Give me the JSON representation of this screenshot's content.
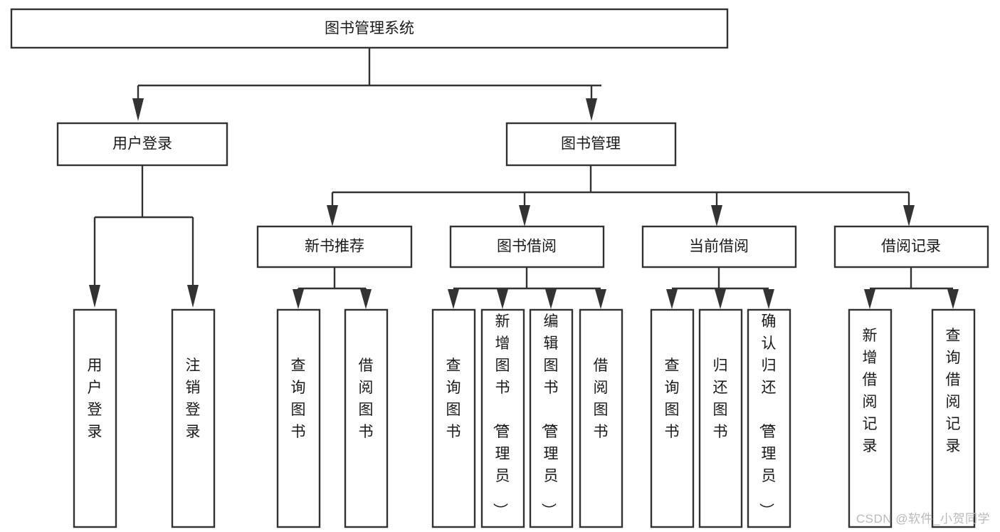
{
  "diagram": {
    "type": "tree-hierarchy-flowchart",
    "title": "图书管理系统",
    "watermark": "CSDN @软件_小贺同学",
    "colors": {
      "background": "#ffffff",
      "box_stroke": "#333333",
      "box_fill": "#ffffff",
      "text": "#1a1a1a",
      "watermark": "#b9b9b9"
    },
    "levels": {
      "root": {
        "label": "图书管理系统"
      },
      "level2": [
        {
          "label": "用户登录"
        },
        {
          "label": "图书管理"
        }
      ],
      "level3": [
        {
          "label": "新书推荐"
        },
        {
          "label": "图书借阅"
        },
        {
          "label": "当前借阅"
        },
        {
          "label": "借阅记录"
        }
      ],
      "leaves": [
        {
          "label": "用户登录",
          "parent": "用户登录"
        },
        {
          "label": "注销登录",
          "parent": "用户登录"
        },
        {
          "label": "查询图书",
          "parent": "新书推荐"
        },
        {
          "label": "借阅图书",
          "parent": "新书推荐"
        },
        {
          "label": "查询图书",
          "parent": "图书借阅"
        },
        {
          "label": "新增图书（管理员）",
          "parent": "图书借阅"
        },
        {
          "label": "编辑图书（管理员）",
          "parent": "图书借阅"
        },
        {
          "label": "借阅图书",
          "parent": "图书借阅"
        },
        {
          "label": "查询图书",
          "parent": "当前借阅"
        },
        {
          "label": "归还图书",
          "parent": "当前借阅"
        },
        {
          "label": "确认归还（管理员）",
          "parent": "当前借阅"
        },
        {
          "label": "新增借阅记录",
          "parent": "借阅记录"
        },
        {
          "label": "查询借阅记录",
          "parent": "借阅记录"
        }
      ]
    }
  }
}
